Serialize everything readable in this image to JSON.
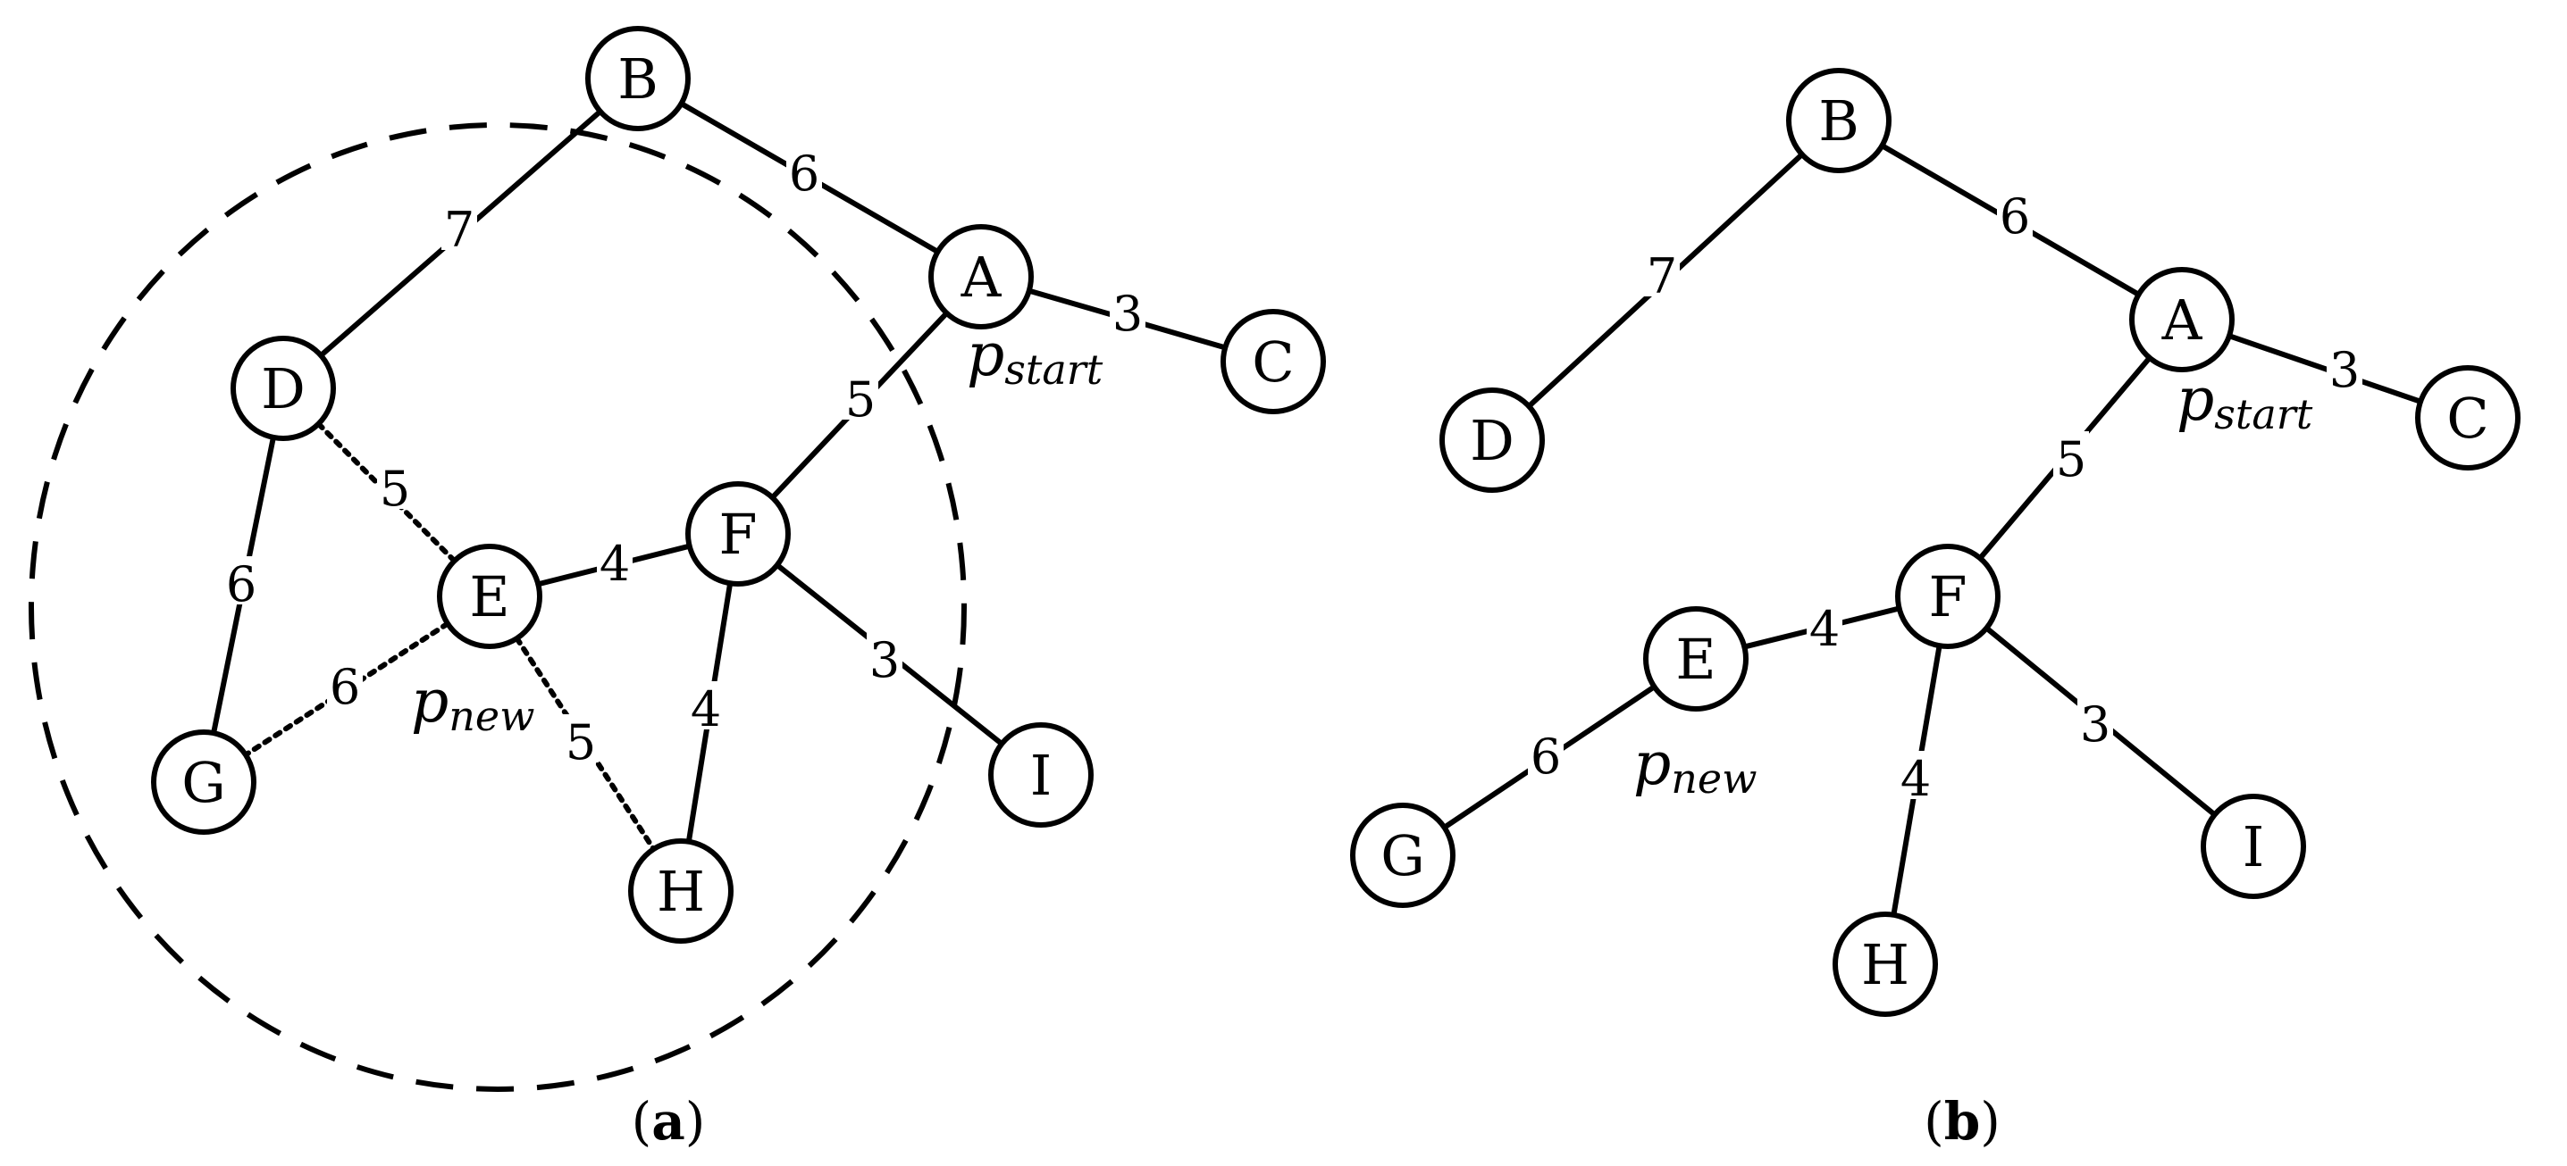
{
  "panels": [
    {
      "id": "a",
      "caption_open": "(",
      "caption_letter": "a",
      "caption_close": ")",
      "nodes": [
        {
          "id": "B",
          "label": "B"
        },
        {
          "id": "A",
          "label": "A"
        },
        {
          "id": "C",
          "label": "C"
        },
        {
          "id": "D",
          "label": "D"
        },
        {
          "id": "E",
          "label": "E"
        },
        {
          "id": "F",
          "label": "F"
        },
        {
          "id": "G",
          "label": "G"
        },
        {
          "id": "H",
          "label": "H"
        },
        {
          "id": "I",
          "label": "I"
        }
      ],
      "edges": [
        {
          "from": "B",
          "to": "A",
          "weight": "6",
          "style": "solid"
        },
        {
          "from": "B",
          "to": "D",
          "weight": "7",
          "style": "solid"
        },
        {
          "from": "A",
          "to": "C",
          "weight": "3",
          "style": "solid"
        },
        {
          "from": "A",
          "to": "F",
          "weight": "5",
          "style": "solid"
        },
        {
          "from": "D",
          "to": "G",
          "weight": "6",
          "style": "solid"
        },
        {
          "from": "D",
          "to": "E",
          "weight": "5",
          "style": "dotted"
        },
        {
          "from": "E",
          "to": "F",
          "weight": "4",
          "style": "solid"
        },
        {
          "from": "E",
          "to": "G",
          "weight": "6",
          "style": "dotted"
        },
        {
          "from": "E",
          "to": "H",
          "weight": "5",
          "style": "dotted"
        },
        {
          "from": "F",
          "to": "H",
          "weight": "4",
          "style": "solid"
        },
        {
          "from": "F",
          "to": "I",
          "weight": "3",
          "style": "solid"
        }
      ],
      "annotations": [
        {
          "node": "A",
          "main": "p",
          "sub": "start"
        },
        {
          "node": "E",
          "main": "p",
          "sub": "new"
        }
      ],
      "has_radius_circle": true
    },
    {
      "id": "b",
      "caption_open": "(",
      "caption_letter": "b",
      "caption_close": ")",
      "nodes": [
        {
          "id": "B",
          "label": "B"
        },
        {
          "id": "A",
          "label": "A"
        },
        {
          "id": "C",
          "label": "C"
        },
        {
          "id": "D",
          "label": "D"
        },
        {
          "id": "E",
          "label": "E"
        },
        {
          "id": "F",
          "label": "F"
        },
        {
          "id": "G",
          "label": "G"
        },
        {
          "id": "H",
          "label": "H"
        },
        {
          "id": "I",
          "label": "I"
        }
      ],
      "edges": [
        {
          "from": "B",
          "to": "A",
          "weight": "6",
          "style": "solid"
        },
        {
          "from": "B",
          "to": "D",
          "weight": "7",
          "style": "solid"
        },
        {
          "from": "A",
          "to": "C",
          "weight": "3",
          "style": "solid"
        },
        {
          "from": "A",
          "to": "F",
          "weight": "5",
          "style": "solid"
        },
        {
          "from": "F",
          "to": "E",
          "weight": "4",
          "style": "solid"
        },
        {
          "from": "E",
          "to": "G",
          "weight": "6",
          "style": "solid"
        },
        {
          "from": "F",
          "to": "H",
          "weight": "4",
          "style": "solid"
        },
        {
          "from": "F",
          "to": "I",
          "weight": "3",
          "style": "solid"
        }
      ],
      "annotations": [
        {
          "node": "A",
          "main": "p",
          "sub": "start"
        },
        {
          "node": "E",
          "main": "p",
          "sub": "new"
        }
      ],
      "has_radius_circle": false
    }
  ]
}
